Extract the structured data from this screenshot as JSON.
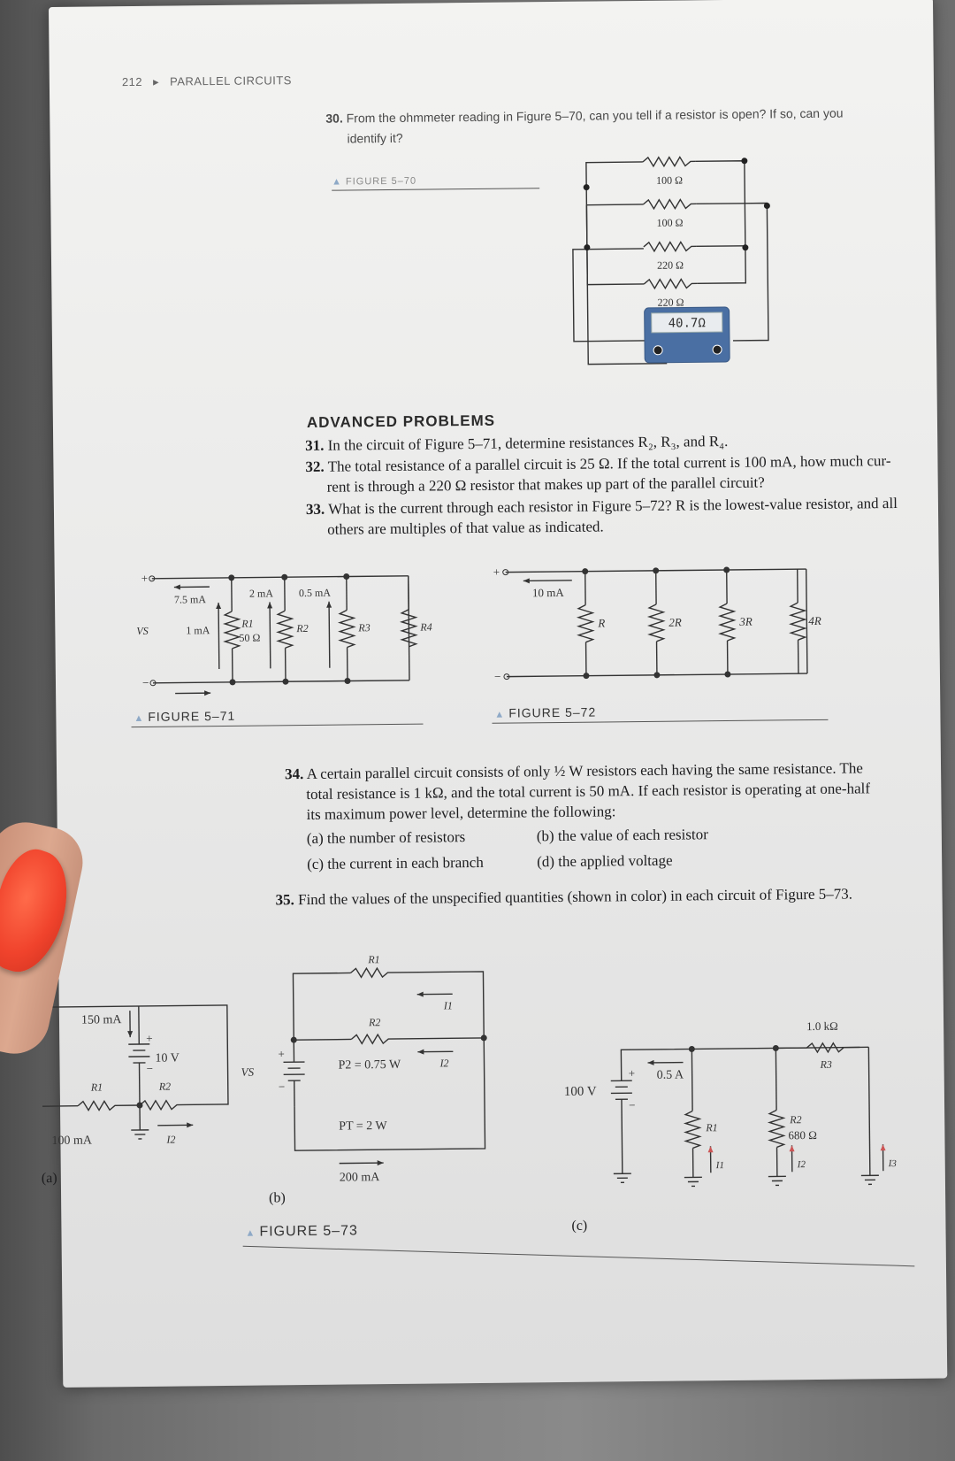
{
  "header": {
    "page_number": "212",
    "chapter_title": "PARALLEL CIRCUITS"
  },
  "q30": {
    "number": "30.",
    "line1": "From the ohmmeter reading in Figure 5–70, can you tell if a resistor is open? If so, can you",
    "line2": "identify it?"
  },
  "fig70": {
    "caption": "FIGURE 5–70",
    "resistors": [
      "100 Ω",
      "100 Ω",
      "220 Ω",
      "220 Ω"
    ],
    "meter_reading": "40.7Ω"
  },
  "advanced": {
    "heading": "ADVANCED PROBLEMS",
    "q31": {
      "number": "31.",
      "text": "In the circuit of Figure 5–71, determine resistances R₂, R₃, and R₄."
    },
    "q32": {
      "number": "32.",
      "line1": "The total resistance of a parallel circuit is 25 Ω. If the total current is 100 mA, how much cur-",
      "line2": "rent is through a 220 Ω resistor that makes up part of the parallel circuit?"
    },
    "q33": {
      "number": "33.",
      "line1": "What is the current through each resistor in Figure 5–72? R is the lowest-value resistor, and all",
      "line2": "others are multiples of that value as indicated."
    }
  },
  "fig71": {
    "caption": "FIGURE 5–71",
    "plus": "+",
    "minus": "−",
    "source": "VS",
    "total_current": "7.5 mA",
    "i1": "1 mA",
    "i2": "2 mA",
    "i3": "0.5 mA",
    "r1": "R1",
    "r1_value": "50 Ω",
    "r2": "R2",
    "r3": "R3",
    "r4": "R4"
  },
  "fig72": {
    "caption": "FIGURE 5–72",
    "plus": "+",
    "minus": "−",
    "total_current": "10 mA",
    "resistors": [
      "R",
      "2R",
      "3R",
      "4R"
    ]
  },
  "q34": {
    "number": "34.",
    "line1": "A certain parallel circuit consists of only ½ W resistors each having the same resistance. The",
    "line2": "total resistance is 1 kΩ, and the total current is 50 mA. If each resistor is operating at one-half",
    "line3": "its maximum power level, determine the following:",
    "a": "(a)  the number of resistors",
    "b": "(b)  the value of each resistor",
    "c": "(c)  the current in each branch",
    "d": "(d)  the applied voltage"
  },
  "q35": {
    "number": "35.",
    "text": "Find the values of the unspecified quantities (shown in color) in each circuit of Figure 5–73."
  },
  "fig73": {
    "caption": "FIGURE 5–73",
    "a": {
      "label": "(a)",
      "total": "150 mA",
      "voltage": "10 V",
      "r1": "R1",
      "r2": "R2",
      "i_r1": "100 mA",
      "i2": "I2",
      "plus": "+",
      "minus": "−"
    },
    "b": {
      "label": "(b)",
      "r1": "R1",
      "r2": "R2",
      "i1": "I1",
      "i2": "I2",
      "p2": "P2 = 0.75 W",
      "pt": "PT = 2 W",
      "vs": "VS",
      "it": "200 mA",
      "plus": "+",
      "minus": "−"
    },
    "c": {
      "label": "(c)",
      "voltage": "100 V",
      "it": "0.5 A",
      "r1": "R1",
      "r2": "R2",
      "r2_value": "680 Ω",
      "r3": "R3",
      "r3_value": "1.0 kΩ",
      "i1": "I1",
      "i2": "I2",
      "i3": "I3",
      "plus": "+",
      "minus": "−"
    }
  }
}
